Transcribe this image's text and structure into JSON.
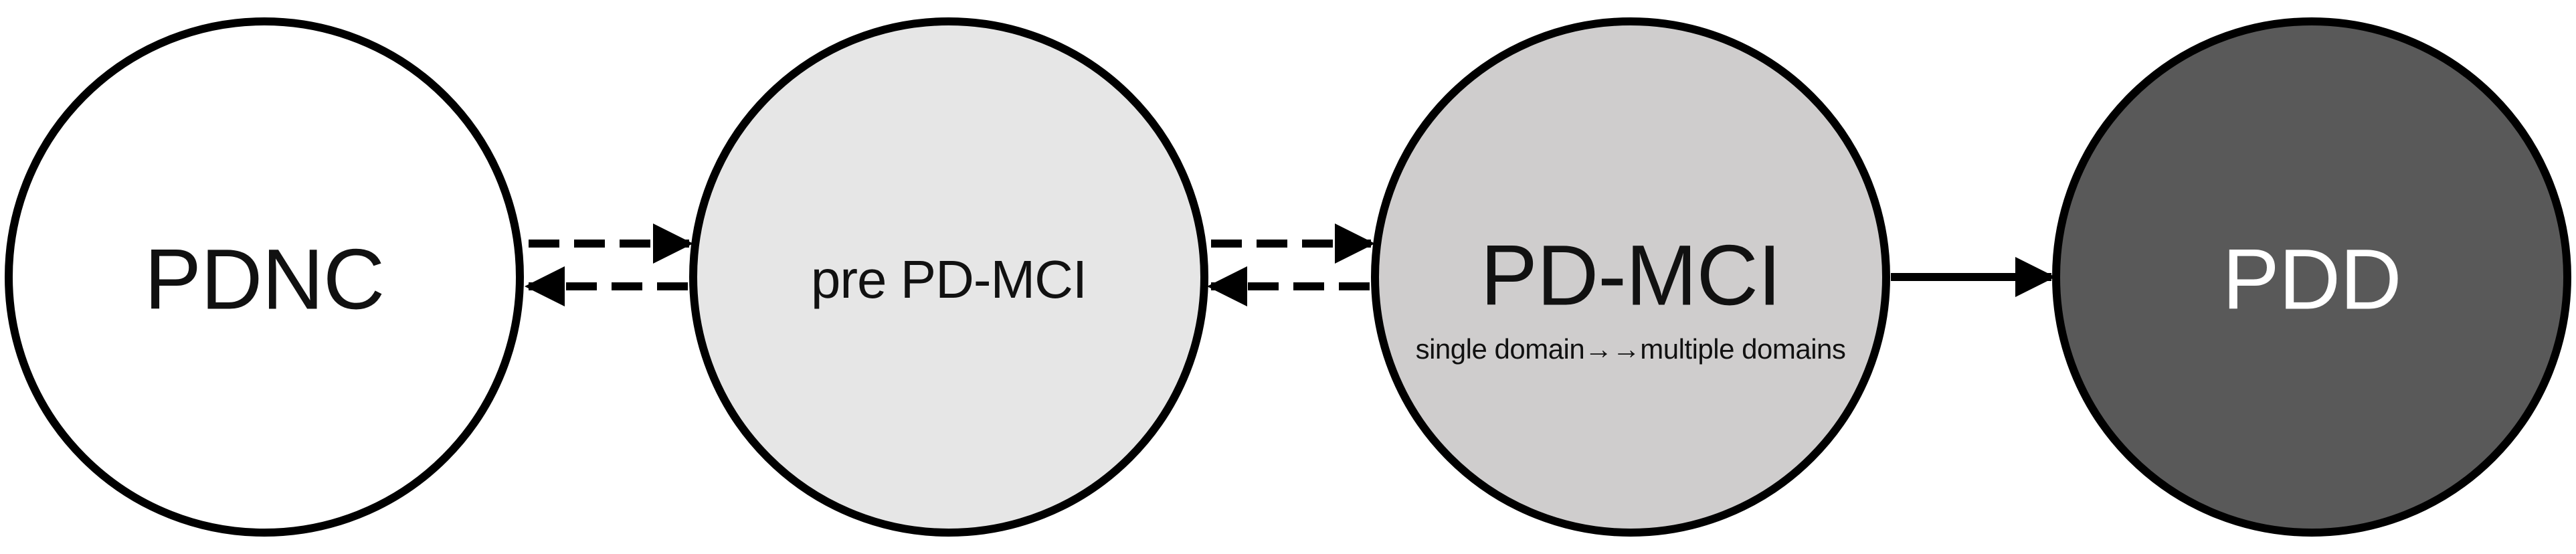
{
  "diagram": {
    "nodes": [
      {
        "id": "pdnc",
        "label": "PDNC",
        "fill": "#ffffff",
        "text_color": "#111111"
      },
      {
        "id": "pre-pd-mci",
        "label": "pre PD-MCI",
        "fill": "#e6e6e6",
        "text_color": "#111111"
      },
      {
        "id": "pd-mci",
        "label": "PD-MCI",
        "sublabel": "single domain→→multiple domains",
        "fill": "#cfcdcd",
        "text_color": "#111111"
      },
      {
        "id": "pdd",
        "label": "PDD",
        "fill": "#595959",
        "text_color": "#ffffff"
      }
    ],
    "edges": [
      {
        "from": "pdnc",
        "to": "pre-pd-mci",
        "style": "dashed"
      },
      {
        "from": "pre-pd-mci",
        "to": "pdnc",
        "style": "dashed"
      },
      {
        "from": "pre-pd-mci",
        "to": "pd-mci",
        "style": "dashed"
      },
      {
        "from": "pd-mci",
        "to": "pre-pd-mci",
        "style": "dashed"
      },
      {
        "from": "pd-mci",
        "to": "pdd",
        "style": "solid"
      }
    ],
    "stroke_color": "#000000"
  }
}
